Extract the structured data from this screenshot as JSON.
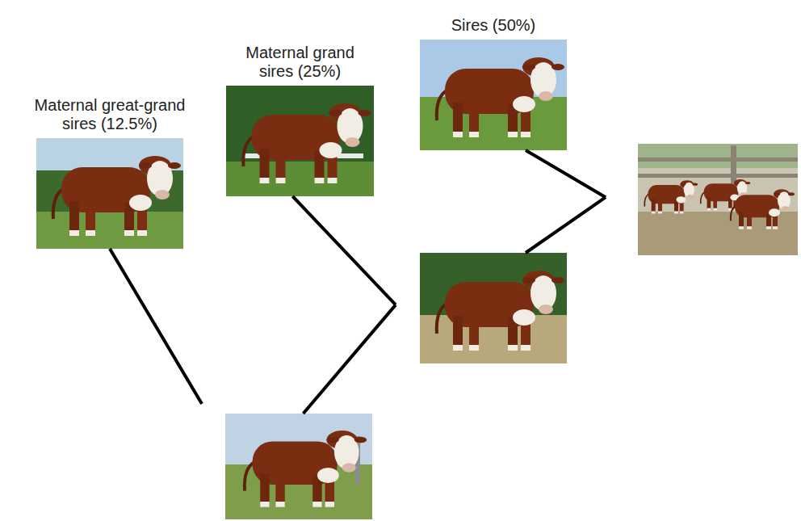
{
  "diagram": {
    "nodes": [
      {
        "text": [
          "Maternal great-grand sires (12.5%)"
        ]
      },
      {
        "text": [
          "Maternal grand sires (25%)"
        ]
      },
      {
        "text": [
          "Sires (50%)"
        ]
      },
      {
        "text": []
      },
      {
        "text": []
      },
      {
        "text": []
      }
    ],
    "edges": [
      {
        "from": 0,
        "to": 5,
        "arrow": "none"
      },
      {
        "from": 1,
        "to": 4,
        "arrow": "none"
      },
      {
        "from": 5,
        "to": 4,
        "arrow": "none"
      },
      {
        "from": 2,
        "to": 3,
        "arrow": "none"
      },
      {
        "from": 4,
        "to": 3,
        "arrow": "none"
      }
    ]
  }
}
